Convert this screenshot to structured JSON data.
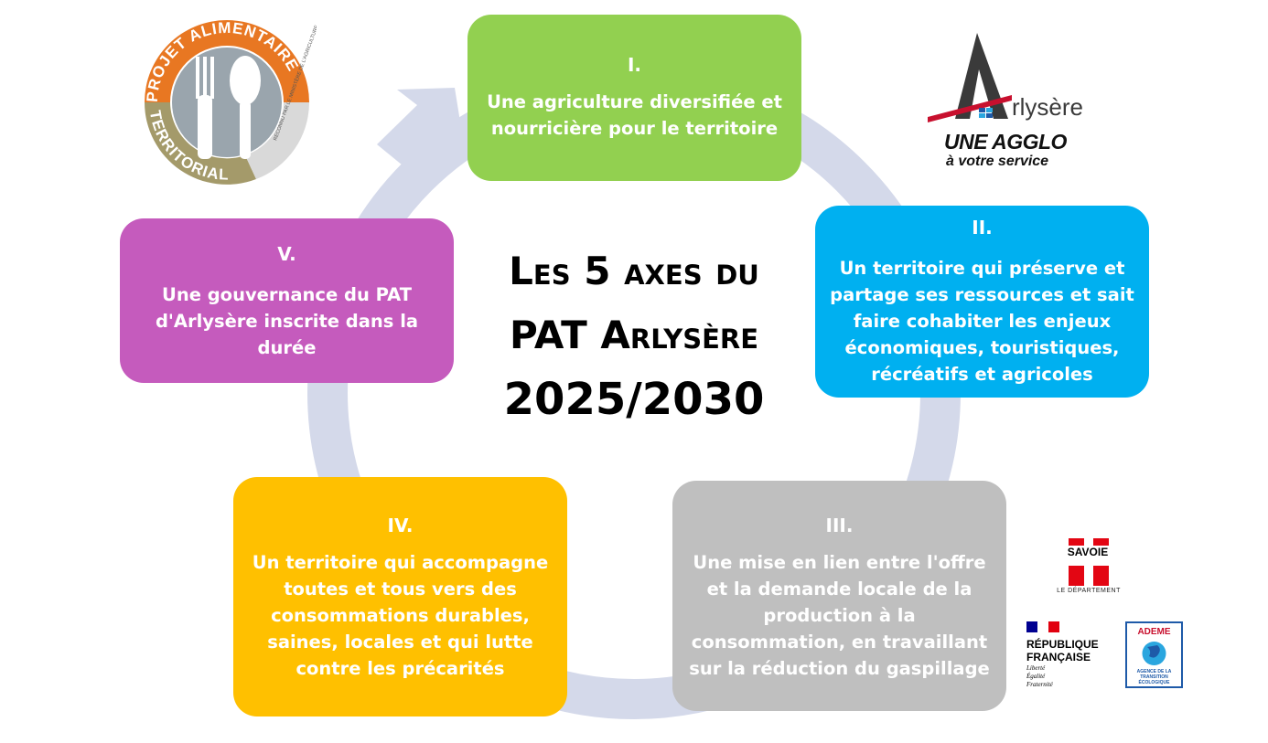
{
  "title": {
    "line1": "Les 5 axes du",
    "line2": "PAT Arlysère",
    "line3": "2025/2030"
  },
  "axes": [
    {
      "num": "I.",
      "text": "Une agriculture diversifiée et nourricière pour le territoire",
      "color": "#92d050"
    },
    {
      "num": "II.",
      "text": "Un territoire qui préserve et partage ses ressources et sait faire cohabiter les enjeux économiques, touristiques, récréatifs et  agricoles",
      "color": "#00b0f0"
    },
    {
      "num": "III.",
      "text": "Une mise en lien entre l'offre et la demande locale de la production à la consommation, en travaillant sur la réduction du gaspillage",
      "color": "#bfbfbf"
    },
    {
      "num": "IV.",
      "text": "Un territoire qui accompagne toutes et tous vers des consommations durables, saines, locales et qui lutte contre les précarités",
      "color": "#ffc000"
    },
    {
      "num": "V.",
      "text": "Une gouvernance du PAT d'Arlysère inscrite dans la durée",
      "color": "#c55bbd"
    }
  ],
  "logos": {
    "pat": {
      "top": "PROJET ALIMENTAIRE",
      "bottom": "TERRITORIAL",
      "side": "RECONNU PAR LE MINISTÈRE DE L'AGRICULTURE"
    },
    "arlysere": {
      "name": "rlysère",
      "tag1": "UNE AGGLO",
      "tag2": "à votre service"
    },
    "savoie": {
      "name": "SAVOIE",
      "sub": "LE DÉPARTEMENT"
    },
    "republique": {
      "line1": "RÉPUBLIQUE",
      "line2": "FRANÇAISE",
      "motto1": "Liberté",
      "motto2": "Égalité",
      "motto3": "Fraternité"
    },
    "ademe": {
      "name": "ADEME",
      "sub1": "AGENCE DE LA",
      "sub2": "TRANSITION",
      "sub3": "ÉCOLOGIQUE"
    }
  },
  "colors": {
    "ring": "#d4d9ea",
    "title": "#000000"
  }
}
